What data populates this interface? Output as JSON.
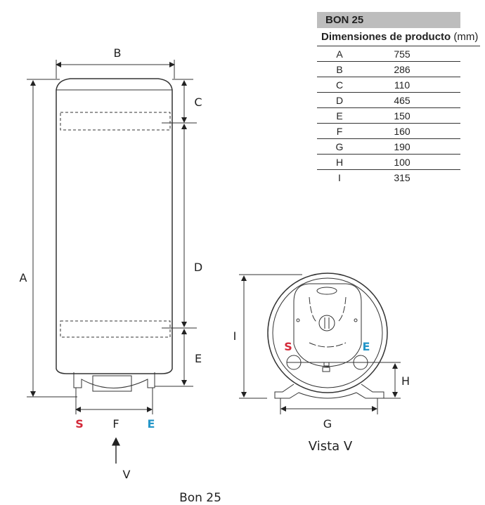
{
  "table": {
    "title": "BON 25",
    "subtitle": "Dimensiones de producto",
    "unit": "(mm)",
    "rows": [
      {
        "k": "A",
        "v": "755"
      },
      {
        "k": "B",
        "v": "286"
      },
      {
        "k": "C",
        "v": "110"
      },
      {
        "k": "D",
        "v": "465"
      },
      {
        "k": "E",
        "v": "150"
      },
      {
        "k": "F",
        "v": "160"
      },
      {
        "k": "G",
        "v": "190"
      },
      {
        "k": "H",
        "v": "100"
      },
      {
        "k": "I",
        "v": "315"
      }
    ]
  },
  "side_view": {
    "labels": {
      "A": "A",
      "B": "B",
      "C": "C",
      "D": "D",
      "E": "E",
      "F": "F"
    },
    "outlet": "S",
    "inlet": "E",
    "view_arrow": "V",
    "caption": "Bon 25"
  },
  "front_view": {
    "labels": {
      "G": "G",
      "H": "H",
      "I": "I"
    },
    "outlet": "S",
    "inlet": "E",
    "caption": "Vista V"
  },
  "colors": {
    "outlet": "#d42a3a",
    "inlet": "#2596c8"
  }
}
